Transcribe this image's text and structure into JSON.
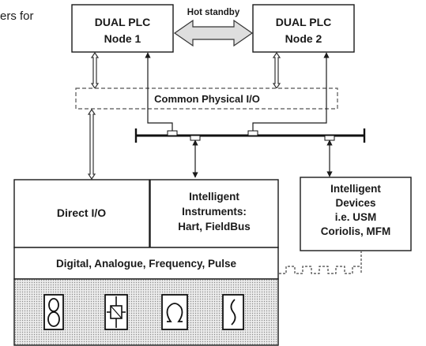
{
  "caption_fragment": "ers for",
  "nodes": {
    "node1": {
      "line1": "DUAL PLC",
      "line2": "Node 1"
    },
    "node2": {
      "line1": "DUAL PLC",
      "line2": "Node 2"
    }
  },
  "hot_standby": "Hot standby",
  "common_io": "Common Physical I/O",
  "direct_io": "Direct I/O",
  "instruments": {
    "line1": "Intelligent",
    "line2": "Instruments:",
    "line3": "Hart, FieldBus"
  },
  "devices": {
    "line1": "Intelligent",
    "line2": "Devices",
    "line3": "i.e. USM",
    "line4": "Coriolis, MFM"
  },
  "signals": "Digital, Analogue, Frequency, Pulse",
  "sensor_icons": [
    "figure-eight-sensor-icon",
    "bridge-sensor-icon",
    "omega-sensor-icon",
    "sine-wave-sensor-icon"
  ]
}
